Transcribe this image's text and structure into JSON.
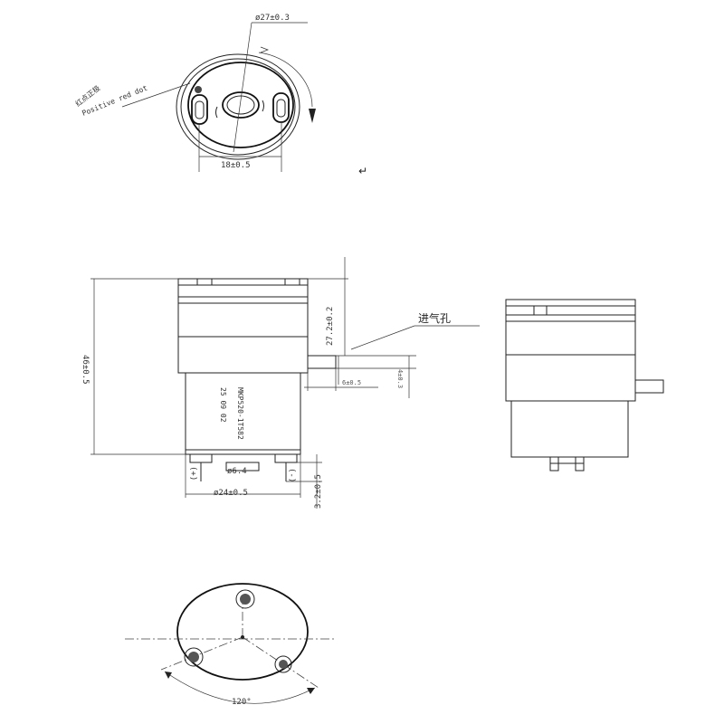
{
  "top_view": {
    "dim_outer_diameter": "ø27±0.3",
    "dim_terminal_spacing": "18±0.5",
    "label_cn": "红点正极",
    "label_en": "Positive red dot"
  },
  "return_mark": "↵",
  "front_view": {
    "dim_height": "46±0.5",
    "dim_inlet_height": "27.2±0.2",
    "dim_inlet_diameter": "6±0.5",
    "dim_inlet_length": "4±0.3",
    "dim_body_diameter": "ø24±0.5",
    "dim_center_diameter": "ø6.4",
    "dim_pin_height": "3.2±0.5",
    "label_inlet": "进气孔",
    "polarity_plus": "(+)",
    "polarity_minus": "(-)",
    "model_line_1": "MKP520-1T582",
    "model_line_2": "25 09 02"
  },
  "bottom_view": {
    "dim_angle": "120°"
  }
}
